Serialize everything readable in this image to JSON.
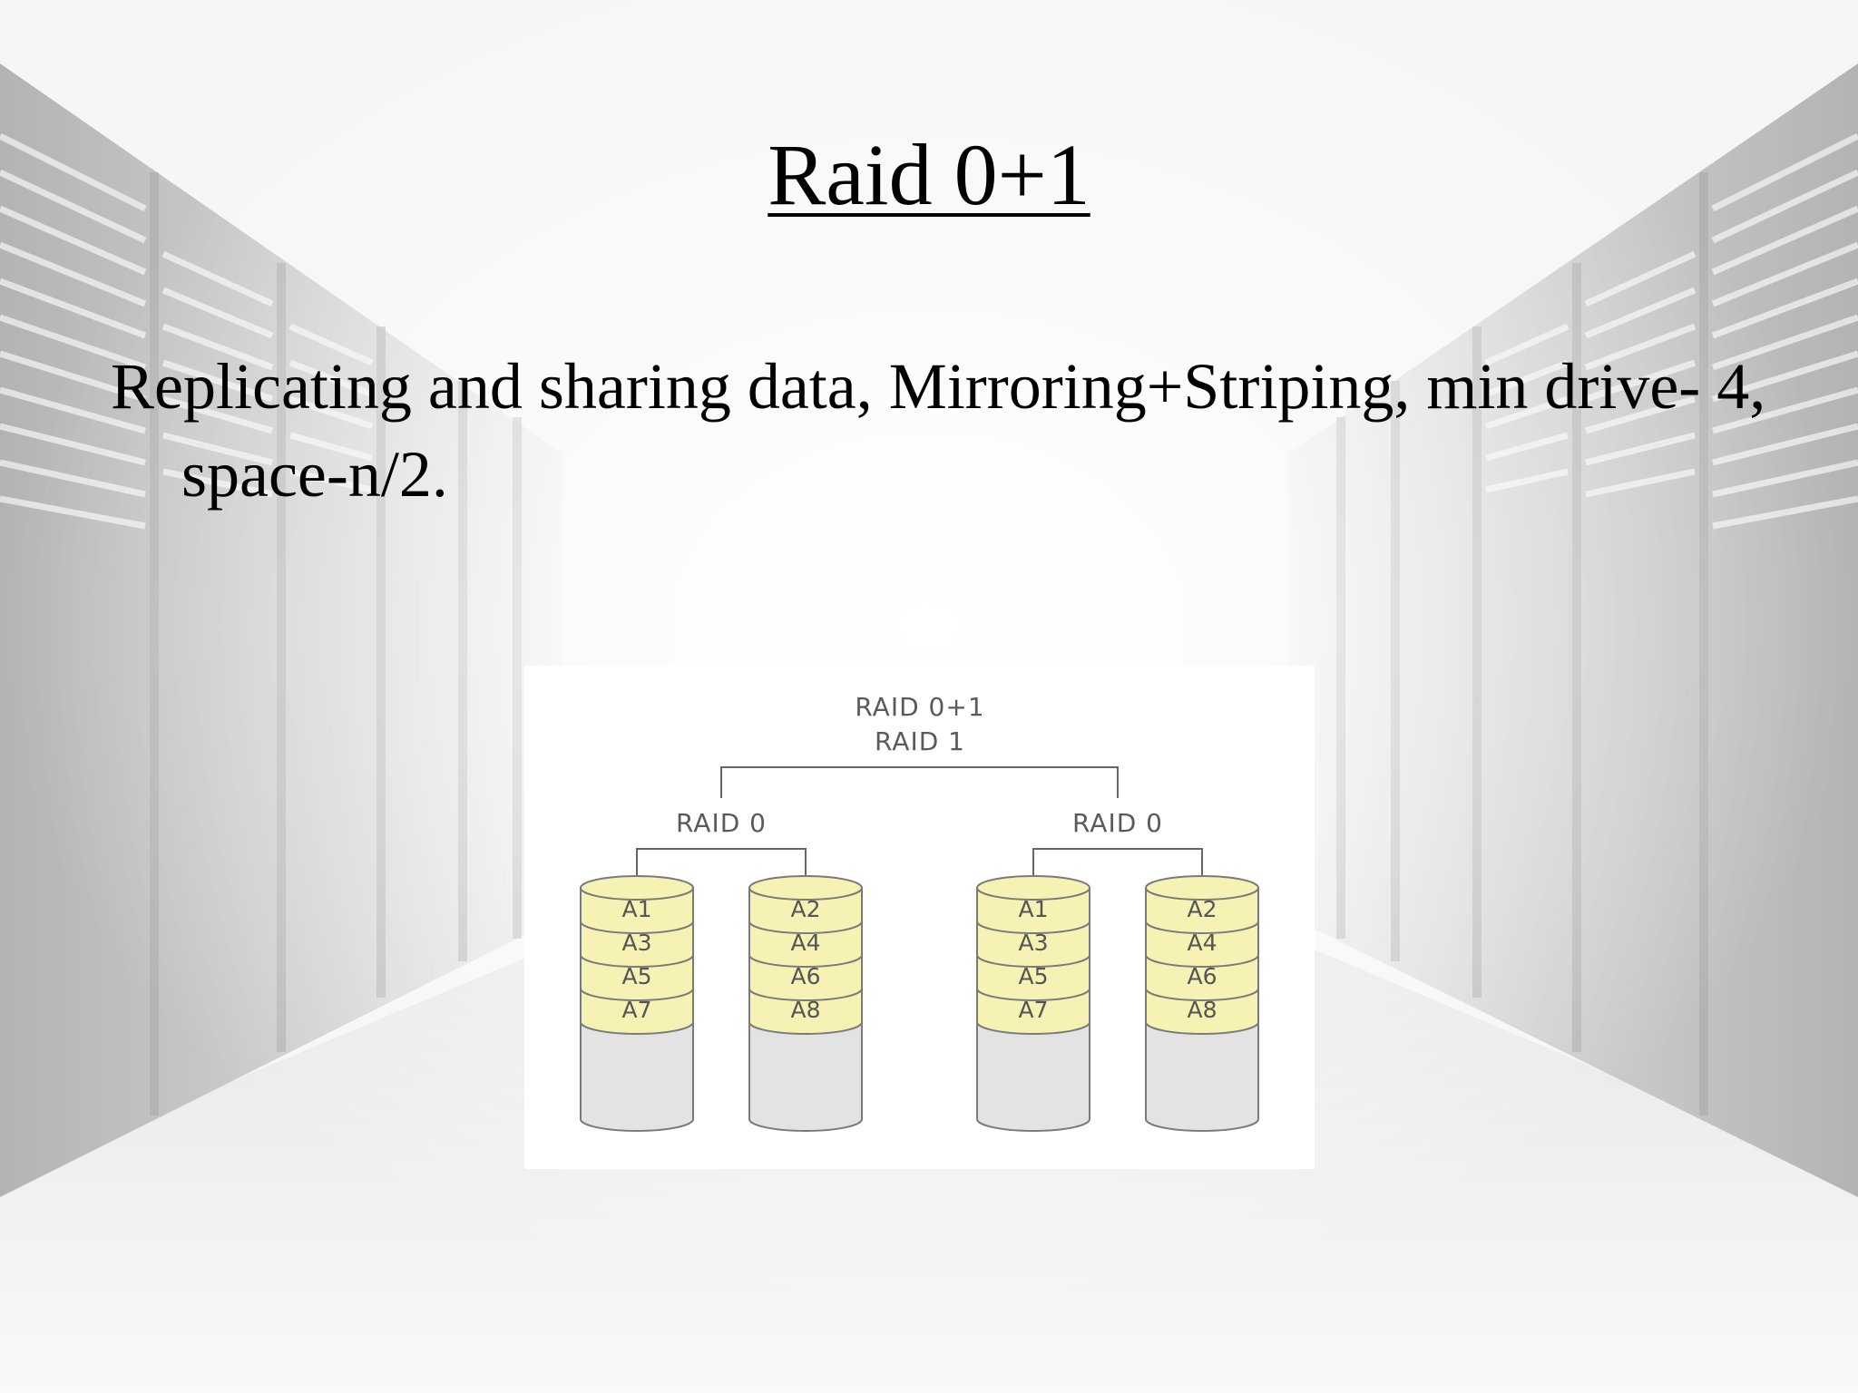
{
  "slide": {
    "title": "Raid 0+1",
    "body": "Replicating and sharing data, Mirroring+Striping, min drive- 4,  space-n/2."
  },
  "diagram": {
    "top_label_1": "RAID 0+1",
    "top_label_2": "RAID 1",
    "groups": [
      {
        "label": "RAID 0",
        "disks": [
          {
            "blocks": [
              "A1",
              "A3",
              "A5",
              "A7"
            ]
          },
          {
            "blocks": [
              "A2",
              "A4",
              "A6",
              "A8"
            ]
          }
        ]
      },
      {
        "label": "RAID 0",
        "disks": [
          {
            "blocks": [
              "A1",
              "A3",
              "A5",
              "A7"
            ]
          },
          {
            "blocks": [
              "A2",
              "A4",
              "A6",
              "A8"
            ]
          }
        ]
      }
    ],
    "colors": {
      "block_fill": "#f6f2b4",
      "disk_body": "#e3e3e3",
      "outline": "#7a7a7a",
      "connector": "#666666"
    }
  }
}
